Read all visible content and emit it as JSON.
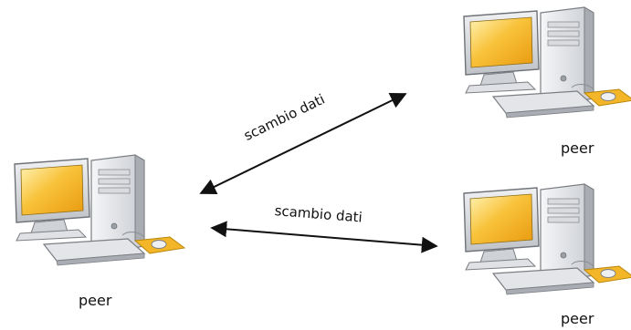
{
  "nodes": [
    {
      "id": "left",
      "label": "peer"
    },
    {
      "id": "top_right",
      "label": "peer"
    },
    {
      "id": "bottom_right",
      "label": "peer"
    }
  ],
  "edges": [
    {
      "from": "left",
      "to": "top_right",
      "label": "scambio dati",
      "bidirectional": true
    },
    {
      "from": "left",
      "to": "bottom_right",
      "label": "scambio dati",
      "bidirectional": true
    }
  ],
  "icons": {
    "node_icon": "desktop-computer-icon"
  },
  "colors": {
    "screen": "#f7b21c",
    "case": "#e7e9ec",
    "mousepad": "#f4b629",
    "arrow": "#111111"
  }
}
